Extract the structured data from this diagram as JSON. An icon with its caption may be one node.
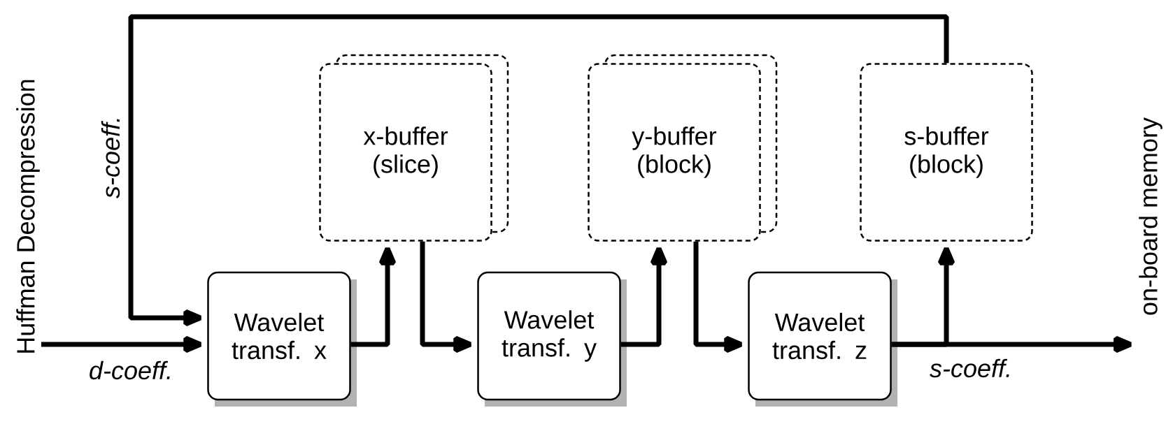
{
  "diagram": {
    "nodes": [
      {
        "text": [
          "Huffman Decompression"
        ]
      },
      {
        "text": [
          "x-buffer (slice)"
        ]
      },
      {
        "text": [
          "y-buffer (block)"
        ]
      },
      {
        "text": [
          "s-buffer (block)"
        ]
      },
      {
        "text": [
          "Wavelet transf. x"
        ]
      },
      {
        "text": [
          "Wavelet transf. y"
        ]
      },
      {
        "text": [
          "Wavelet transf. z"
        ]
      },
      {
        "text": [
          "on-board memory"
        ]
      }
    ],
    "edges": [
      {
        "from": 0,
        "to": 4,
        "arrow": "to",
        "label": "d-coeff."
      },
      {
        "from": 3,
        "to": 4,
        "arrow": "to",
        "label": "s-coeff."
      },
      {
        "from": 4,
        "to": 1,
        "arrow": "to"
      },
      {
        "from": 1,
        "to": 5,
        "arrow": "to"
      },
      {
        "from": 5,
        "to": 2,
        "arrow": "to"
      },
      {
        "from": 2,
        "to": 6,
        "arrow": "to"
      },
      {
        "from": 6,
        "to": 3,
        "arrow": "to"
      },
      {
        "from": 6,
        "to": 7,
        "arrow": "to",
        "label": "s-coeff."
      }
    ]
  }
}
